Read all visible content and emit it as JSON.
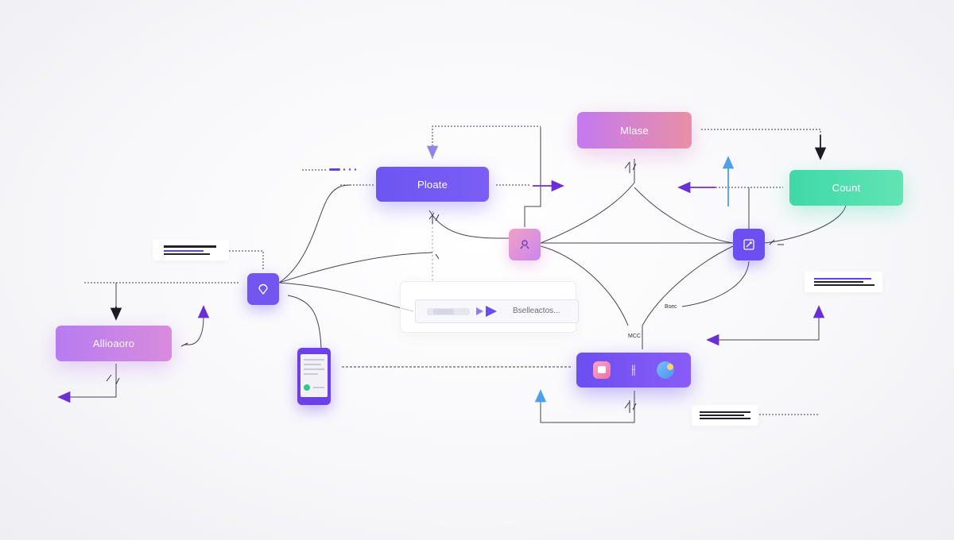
{
  "nodes": {
    "plate": {
      "label": "Ploate"
    },
    "mlase": {
      "label": "Mlase"
    },
    "count": {
      "label": "Count"
    },
    "allo": {
      "label": "Allioaoro"
    }
  },
  "search": {
    "label": "Bselleactos..."
  },
  "annotations": {
    "bsec": "Bsec",
    "mcc": "MCC"
  },
  "icons": {
    "hub_left": "location-pin-icon",
    "hub_center": "user-icon",
    "hub_right": "edit-icon",
    "toolbar": [
      "image-icon",
      "split-icon",
      "chat-icon"
    ],
    "phone": "mobile-phone-icon",
    "search_play": "play-icon"
  },
  "colors": {
    "primary_purple": "#6d55f0",
    "pink_gradient_start": "#c479f0",
    "pink_gradient_end": "#e98fa6",
    "green": "#3fd8a8",
    "line": "#3c3c46",
    "arrow_purple": "#6a2fd6",
    "arrow_blue": "#4ea0e8"
  }
}
